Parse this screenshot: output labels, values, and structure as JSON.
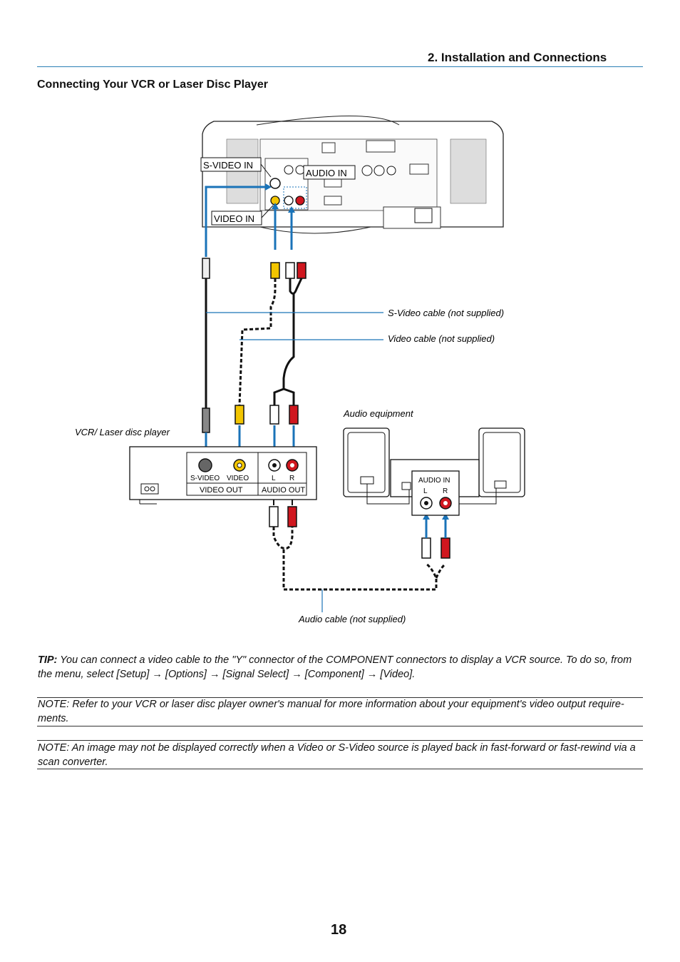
{
  "header": {
    "section_title": "2. Installation and Connections"
  },
  "page": {
    "heading": "Connecting Your VCR or Laser Disc Player",
    "number": "18"
  },
  "diagram": {
    "projector_labels": {
      "svideo_in": "S-VIDEO IN",
      "audio_in": "AUDIO IN",
      "video_in": "VIDEO IN"
    },
    "callouts": {
      "svideo_cable": "S-Video cable (not supplied)",
      "video_cable": "Video cable (not supplied)",
      "audio_cable": "Audio cable (not supplied)",
      "audio_equipment": "Audio equipment",
      "vcr_player": "VCR/ Laser disc player"
    },
    "vcr_panel": {
      "svideo": "S-VIDEO",
      "video": "VIDEO",
      "left": "L",
      "right": "R",
      "video_out": "VIDEO OUT",
      "audio_out": "AUDIO OUT"
    },
    "audio_panel": {
      "audio_in": "AUDIO IN",
      "left": "L",
      "right": "R"
    }
  },
  "tip": {
    "label": "TIP:",
    "text": " You can connect a video cable to the \"Y\" connector of the COMPONENT connectors to display a VCR source. To do so, from the menu, select [Setup] → [Options] → [Signal Select] → [Component] → [Video]."
  },
  "notes": [
    "NOTE: Refer to your VCR or laser disc player owner's manual for more information about your equipment's video output require-ments.",
    "NOTE: An image may not be displayed correctly when a Video or S-Video source is played back in fast-forward or fast-rewind via a scan converter."
  ],
  "colors": {
    "accent_blue": "#1a73b8",
    "rca_yellow": "#f2c500",
    "rca_red": "#d0171f"
  }
}
